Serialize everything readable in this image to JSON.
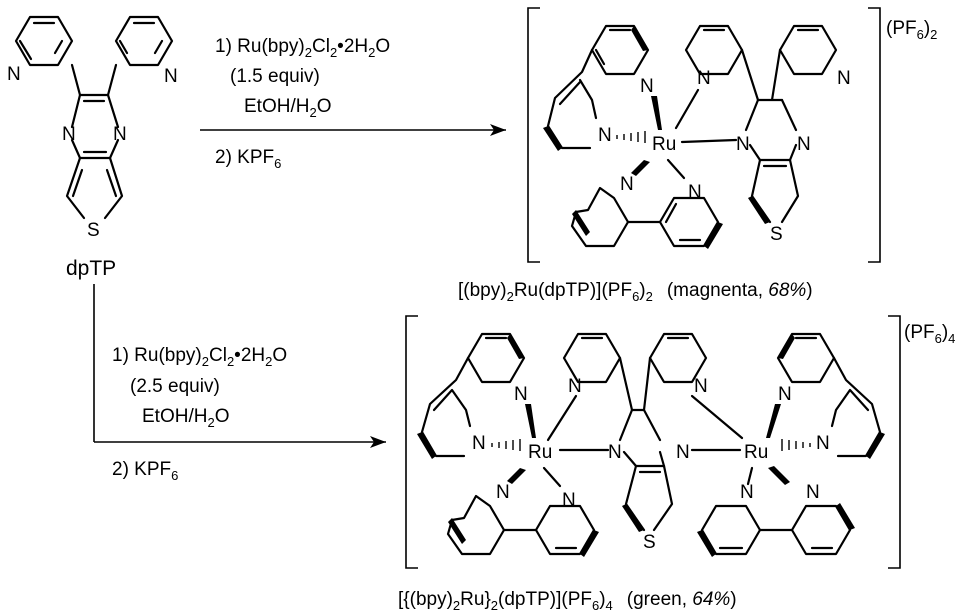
{
  "reaction_top": {
    "step1": "1) Ru(bpy)",
    "step1_cl": "Cl",
    "step1_sub2": "2",
    "step1_sub3": "2",
    "step1_water": "2H",
    "step1_sub4": "2",
    "step1_o": "O",
    "equiv": "(1.5 equiv)",
    "solvent": "EtOH/H",
    "solvent_sub": "2",
    "solvent_o": "O",
    "step2": "2) KPF",
    "step2_sub": "6"
  },
  "reaction_bottom": {
    "step1": "1) Ru(bpy)",
    "step1_cl": "Cl",
    "step1_sub2": "2",
    "step1_sub3": "2",
    "step1_water": "2H",
    "step1_sub4": "2",
    "step1_o": "O",
    "equiv": "(2.5 equiv)",
    "solvent": "EtOH/H",
    "solvent_sub": "2",
    "solvent_o": "O",
    "step2": "2) KPF",
    "step2_sub": "6"
  },
  "ligand": {
    "name": "dpTP"
  },
  "product_mono": {
    "label_a": "[(bpy)",
    "sub_a": "2",
    "label_b": "Ru(dpTP)](PF",
    "sub_b": "6",
    "label_c": ")",
    "sub_c": "2",
    "color_word": "(magnenta, ",
    "yield": "68%",
    "close": ")",
    "counterion": "(PF",
    "counterion_sub": "6",
    "counterion_close": ")",
    "counterion_count": "2"
  },
  "product_di": {
    "label_a": "[{(bpy)",
    "sub_a": "2",
    "label_b": "Ru}",
    "sub_b": "2",
    "label_c": "(dpTP)](PF",
    "sub_c": "6",
    "label_d": ")",
    "sub_d": "4",
    "color_word": "(green, ",
    "yield": "64%",
    "close": ")",
    "counterion": "(PF",
    "counterion_sub": "6",
    "counterion_close": ")",
    "counterion_count": "4"
  },
  "atoms": {
    "N": "N",
    "S": "S",
    "Ru": "Ru"
  }
}
